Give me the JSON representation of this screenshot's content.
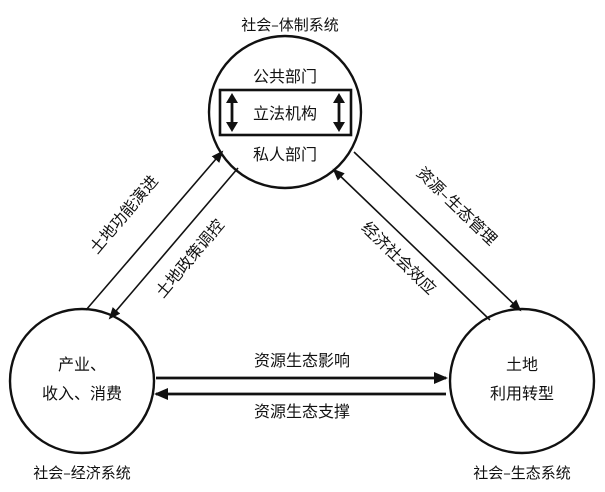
{
  "systems": {
    "institutional": "社会–体制系统",
    "economic": "社会–经济系统",
    "ecological": "社会–生态系统"
  },
  "nodes": {
    "top": {
      "public": "公共部门",
      "legislative": "立法机构",
      "private": "私人部门"
    },
    "left": {
      "line1": "产业、",
      "line2": "收入、消费"
    },
    "right": {
      "line1": "土地",
      "line2": "利用转型"
    }
  },
  "edges": {
    "left_to_top": "土地功能演进",
    "top_to_left": "土地政策调控",
    "top_to_right": "资源–生态管理",
    "right_to_top": "经济社会效应",
    "left_to_right": "资源生态影响",
    "right_to_left": "资源生态支撑"
  }
}
